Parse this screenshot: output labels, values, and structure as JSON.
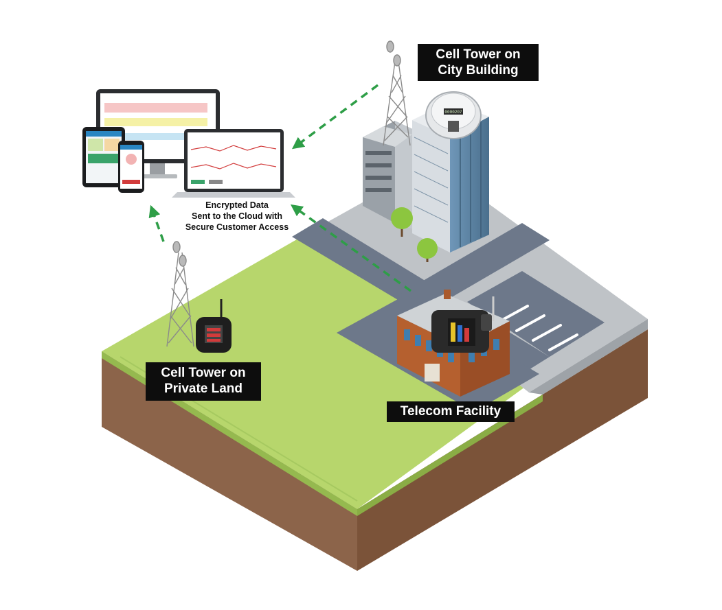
{
  "labels": {
    "city_tower": {
      "line1": "Cell Tower on",
      "line2": "City Building"
    },
    "private_tower": {
      "line1": "Cell Tower on",
      "line2": "Private Land"
    },
    "telecom": "Telecom Facility"
  },
  "cloud_caption": {
    "line1": "Encrypted Data",
    "line2": "Sent to the Cloud with",
    "line3": "Secure Customer Access"
  },
  "meter_display": "0000207",
  "colors": {
    "grass": "#b5d56a",
    "grass_edge": "#8fb34a",
    "soil_left": "#8a6248",
    "soil_right": "#7a5238",
    "road": "#6c7789",
    "sidewalk": "#bfc3c7",
    "arrow": "#2e9e47",
    "label_bg": "#0d0d0d",
    "brick": "#b5602f",
    "tower_blue": "#5f86a6"
  }
}
